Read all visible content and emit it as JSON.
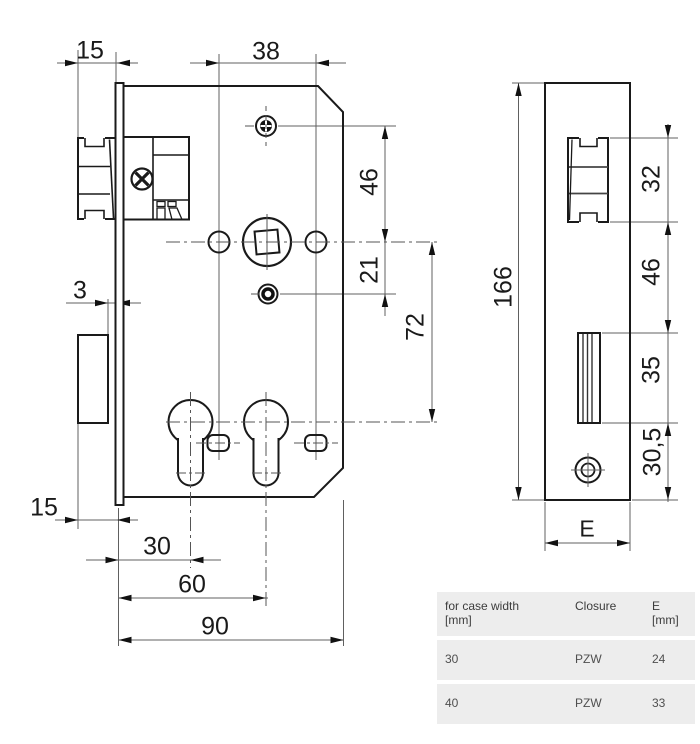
{
  "colors": {
    "object_line": "#1a1a1a",
    "thin_line": "#606060",
    "arrow": "#111111",
    "table_bg": "#ededed"
  },
  "front_view": {
    "dims": {
      "latch_protrusion": "15",
      "handle_screw_spacing": "38",
      "deadbolt_clearance": "3",
      "screw_to_spindle": "46",
      "spindle_to_screw": "21",
      "spindle_to_cylinder": "72",
      "deadbolt_protrusion": "15",
      "cylinder_backset_1": "30",
      "cylinder_backset_2": "60",
      "case_width": "90"
    }
  },
  "side_view": {
    "dims": {
      "faceplate_height": "166",
      "latch_height": "32",
      "latch_to_deadbolt": "46",
      "deadbolt_height": "35",
      "deadbolt_to_bottom": "30,5",
      "faceplate_width": "E"
    }
  },
  "table": {
    "headers": [
      {
        "line1": "for case width",
        "line2": "[mm]"
      },
      {
        "line1": "Closure",
        "line2": ""
      },
      {
        "line1": "E",
        "line2": "[mm]"
      }
    ],
    "rows": [
      {
        "case_width": "30",
        "closure": "PZW",
        "e": "24"
      },
      {
        "case_width": "40",
        "closure": "PZW",
        "e": "33"
      }
    ]
  }
}
